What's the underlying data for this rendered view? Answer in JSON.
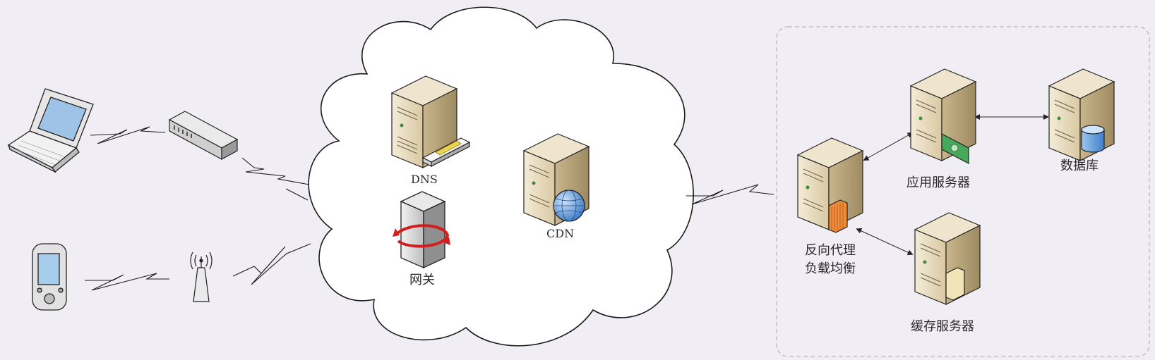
{
  "labels": {
    "dns": "DNS",
    "gateway": "网关",
    "cdn": "CDN",
    "reverse_proxy_line1": "反向代理",
    "reverse_proxy_line2": "负载均衡",
    "app_server": "应用服务器",
    "database": "数据库",
    "cache_server": "缓存服务器"
  },
  "colors": {
    "background": "#f0eef4",
    "server_body": "#e8dcc2",
    "server_dark": "#b8a680",
    "line": "#222222",
    "dashed_border": "#b5b5b5"
  }
}
